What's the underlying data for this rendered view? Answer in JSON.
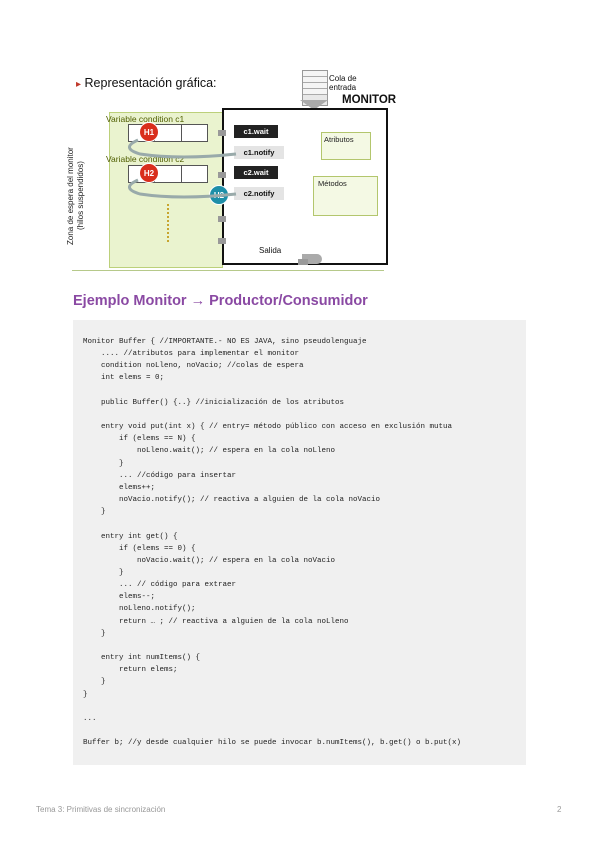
{
  "diagram": {
    "title": "Representación gráfica:",
    "entry_queue_label": "Cola de entrada",
    "monitor_label": "MONITOR",
    "zone_label_line1": "Zona de espera del monitor",
    "zone_label_line2": "(hilos suspendidos)",
    "var_c1_label": "Variable condition c1",
    "var_c2_label": "Variable condition c2",
    "h1": "H1",
    "h2_red": "H2",
    "h2_teal": "H2",
    "c1_wait": "c1.wait",
    "c1_notify": "c1.notify",
    "c2_wait": "c2.wait",
    "c2_notify": "c2.notify",
    "atributos": "Atributos",
    "metodos": "Métodos",
    "salida": "Salida"
  },
  "section_title": "Ejemplo Monitor → Productor/Consumidor",
  "code": "Monitor Buffer { //IMPORTANTE.- NO ES JAVA, sino pseudolenguaje\n    .... //atributos para implementar el monitor\n    condition noLleno, noVacio; //colas de espera\n    int elems = 0;\n\n    public Buffer() {..} //inicialización de los atributos\n\n    entry void put(int x) { // entry= método público con acceso en exclusión mutua\n        if (elems == N) {\n            noLleno.wait(); // espera en la cola noLleno\n        }\n        ... //código para insertar\n        elems++;\n        noVacio.notify(); // reactiva a alguien de la cola noVacio\n    }\n\n    entry int get() {\n        if (elems == 0) {\n            noVacio.wait(); // espera en la cola noVacio\n        }\n        ... // código para extraer\n        elems--;\n        noLleno.notify();\n        return … ; // reactiva a alguien de la cola noLleno\n    }\n\n    entry int numItems() {\n        return elems;\n    }\n}\n\n...\n\nBuffer b; //y desde cualquier hilo se puede invocar b.numItems(), b.get() o b.put(x)",
  "footer": {
    "left": "Tema 3: Primitivas de sincronización",
    "page": "2"
  }
}
